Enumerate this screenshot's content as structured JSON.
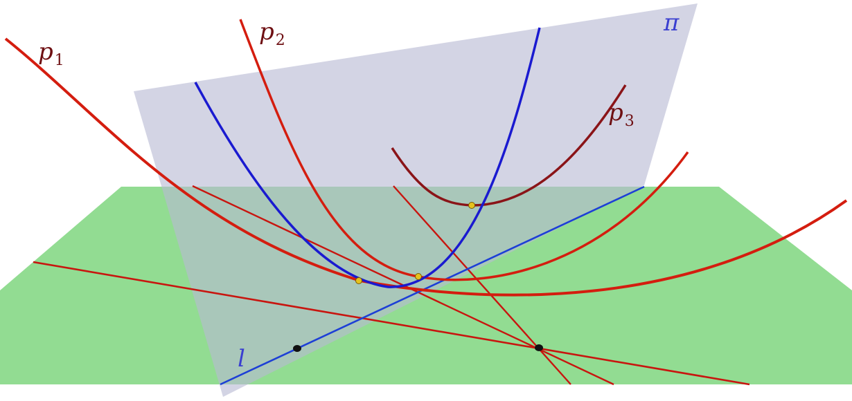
{
  "labels": {
    "p1": {
      "letter": "p",
      "sub": "1"
    },
    "p2": {
      "letter": "p",
      "sub": "2"
    },
    "p3": {
      "letter": "p",
      "sub": "3"
    },
    "pi": "π",
    "l": "l"
  },
  "colors": {
    "ground_plane": "#92dc92",
    "vertical_plane": "#b5b7d2",
    "parabola_red": "#d41d0f",
    "parabola_dark": "#8a1418",
    "parabola_blue": "#1a1ad0",
    "line_blue": "#1d3fd6",
    "point_yellow": "#e6c21e",
    "point_black": "#111111"
  }
}
